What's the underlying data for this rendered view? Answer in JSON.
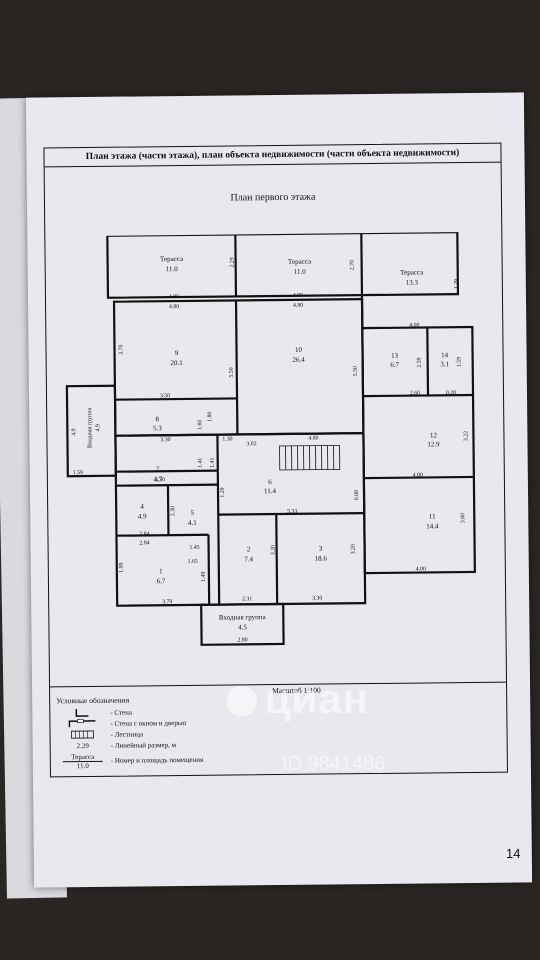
{
  "document": {
    "header": "План этажа (части этажа), план объекта недвижимости (части объекта недвижимости)",
    "floor_title": "План первого этажа",
    "scale": "Масштаб 1:100",
    "page_number": "14"
  },
  "legend": {
    "title": "Условные обозначения",
    "items": [
      {
        "symbol": "wall-icon",
        "label": "- Стена"
      },
      {
        "symbol": "wall-window-door-icon",
        "label": "- Стена с окном и дверью"
      },
      {
        "symbol": "stairs-icon",
        "label": "- Лестница"
      },
      {
        "symbol_text": "2.29",
        "label": "- Линейный размер, м"
      },
      {
        "symbol_text": "Терасса",
        "symbol_text2": "11.0",
        "label": "- Номер и площадь помещения"
      }
    ]
  },
  "rooms": [
    {
      "name": "Терасса",
      "area": "11.0"
    },
    {
      "name": "Терасса",
      "area": "11.0"
    },
    {
      "name": "Терасса",
      "area": "13.3"
    },
    {
      "name": "9",
      "area": "20.1"
    },
    {
      "name": "10",
      "area": "26.4"
    },
    {
      "name": "13",
      "area": "6.7"
    },
    {
      "name": "14",
      "area": "3.1"
    },
    {
      "name": "8",
      "area": "5.3"
    },
    {
      "name": "Входная группа",
      "area": "4.9"
    },
    {
      "name": "7",
      "area": "4.7"
    },
    {
      "name": "6",
      "area": "11.4"
    },
    {
      "name": "12",
      "area": "12.9"
    },
    {
      "name": "4",
      "area": "4.9"
    },
    {
      "name": "5",
      "area": "4.1"
    },
    {
      "name": "11",
      "area": "14.4"
    },
    {
      "name": "2",
      "area": "7.4"
    },
    {
      "name": "3",
      "area": "18.6"
    },
    {
      "name": "1",
      "area": "6.7"
    },
    {
      "name": "Входная группа",
      "area": "4.5"
    }
  ],
  "dimensions": [
    "2.29",
    "2.70",
    "4.80",
    "4.80",
    "4.80",
    "4.80",
    "1.29",
    "4.00",
    "3.70",
    "5.50",
    "5.50",
    "2.59",
    "1.59",
    "2.60",
    "0.20",
    "3.50",
    "1.60",
    "1.80",
    "3.22",
    "3.30",
    "1.30",
    "3.02",
    "4.80",
    "1.41",
    "1.41",
    "4.9",
    "1.59",
    "3.30",
    "4.00",
    "2.30",
    "1.29",
    "5.33",
    "0.68",
    "3.60",
    "2.84",
    "2.84",
    "1.45",
    "3.20",
    "3.20",
    "1.99",
    "1.65",
    "1.49",
    "4.00",
    "3.79",
    "2.31",
    "3.30",
    "2.80"
  ],
  "watermark": {
    "logo": "циан",
    "id": "ID 9841486"
  }
}
